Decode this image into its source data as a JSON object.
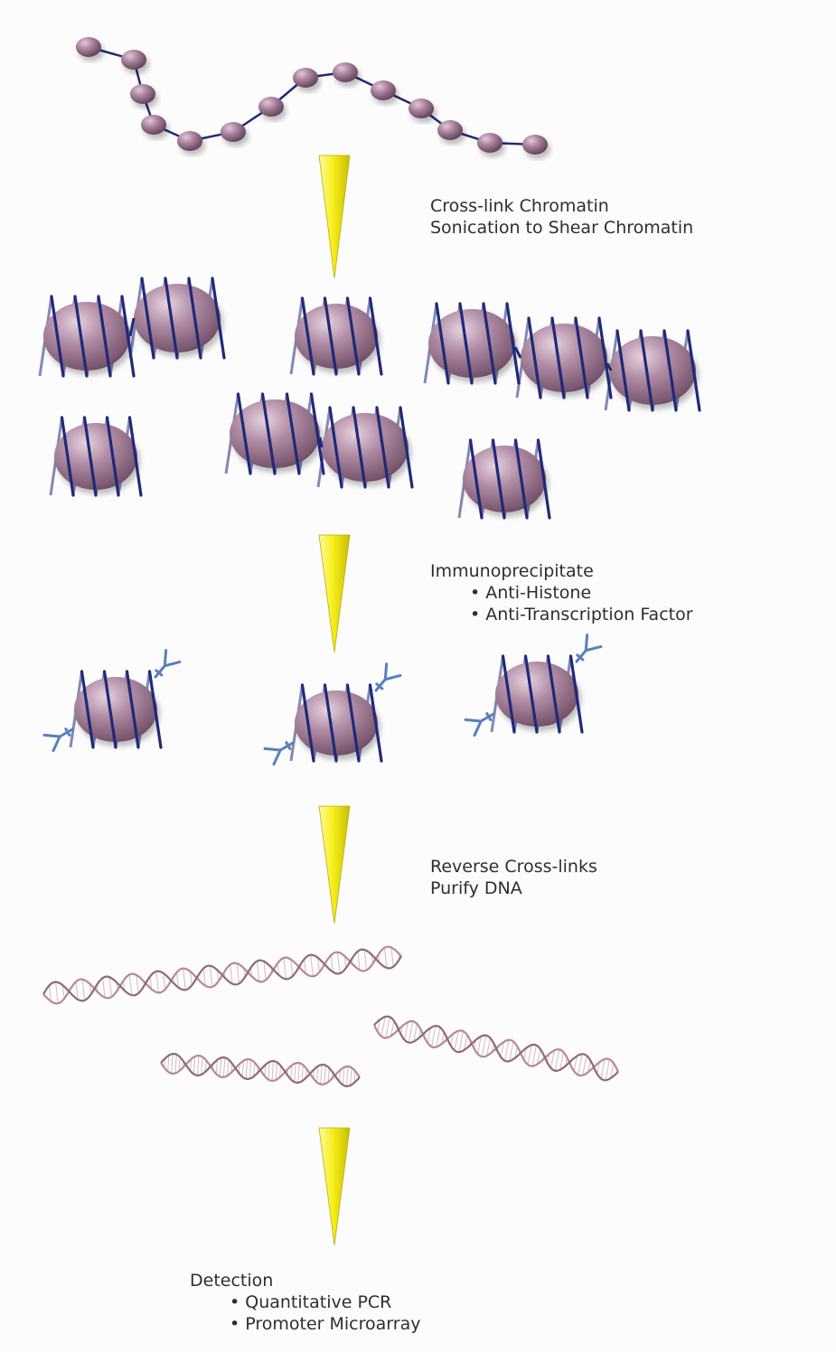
{
  "steps": [
    {
      "lines": [
        "Cross-link Chromatin",
        "Sonication to Shear Chromatin"
      ]
    },
    {
      "title": "Immunoprecipitate",
      "bullets": [
        "• Anti-Histone",
        "• Anti-Transcription Factor"
      ]
    },
    {
      "lines": [
        "Reverse Cross-links",
        "Purify DNA"
      ]
    },
    {
      "title": "Detection",
      "bullets": [
        "• Quantitative PCR",
        "• Promoter Microarray"
      ]
    }
  ],
  "colors": {
    "background": "#fdfcfd",
    "nucleosome": "#9a7590",
    "dna_coil": "#1f2a78",
    "arrow": "#f2ea10",
    "antibody": "#5a7fc0",
    "dna_helix": "#b8898f",
    "text": "#2e2e2e"
  },
  "icons": [
    "nucleosome-bead",
    "histone-nucleosome",
    "antibody",
    "dna-double-helix",
    "down-arrow"
  ]
}
